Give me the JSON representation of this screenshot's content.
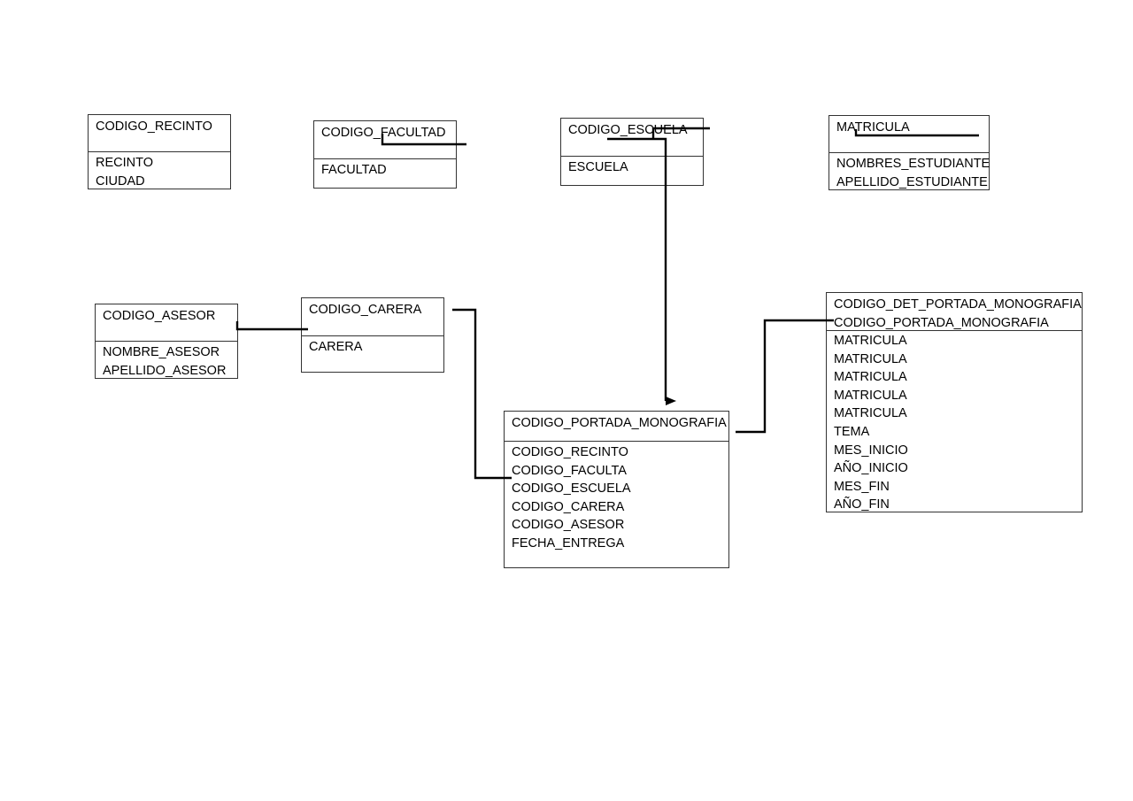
{
  "entities": {
    "recinto": {
      "key_fields": [
        "CODIGO_RECINTO"
      ],
      "fields": [
        "RECINTO",
        "CIUDAD"
      ]
    },
    "facultad": {
      "key_fields": [
        "CODIGO_FACULTAD"
      ],
      "fields": [
        "FACULTAD"
      ]
    },
    "escuela": {
      "key_fields": [
        "CODIGO_ESCUELA"
      ],
      "fields": [
        "ESCUELA"
      ]
    },
    "estudiante": {
      "key_fields": [
        "MATRICULA"
      ],
      "fields": [
        "NOMBRES_ESTUDIANTE",
        "APELLIDO_ESTUDIANTE"
      ]
    },
    "asesor": {
      "key_fields": [
        "CODIGO_ASESOR"
      ],
      "fields": [
        "NOMBRE_ASESOR",
        "APELLIDO_ASESOR"
      ]
    },
    "carrera": {
      "key_fields": [
        "CODIGO_CARERA"
      ],
      "fields": [
        "CARERA"
      ]
    },
    "portada_monografia": {
      "key_fields": [
        "CODIGO_PORTADA_MONOGRAFIA"
      ],
      "fields": [
        "CODIGO_RECINTO",
        "CODIGO_FACULTA",
        "CODIGO_ESCUELA",
        "CODIGO_CARERA",
        "CODIGO_ASESOR",
        "FECHA_ENTREGA"
      ]
    },
    "det_portada_monografia": {
      "key_fields": [
        "CODIGO_DET_PORTADA_MONOGRAFIA",
        "CODIGO_PORTADA_MONOGRAFIA"
      ],
      "fields": [
        "MATRICULA",
        "MATRICULA",
        "MATRICULA",
        "MATRICULA",
        "MATRICULA",
        "TEMA",
        "MES_INICIO",
        "AÑO_INICIO",
        "MES_FIN",
        "AÑO_FIN"
      ]
    }
  }
}
